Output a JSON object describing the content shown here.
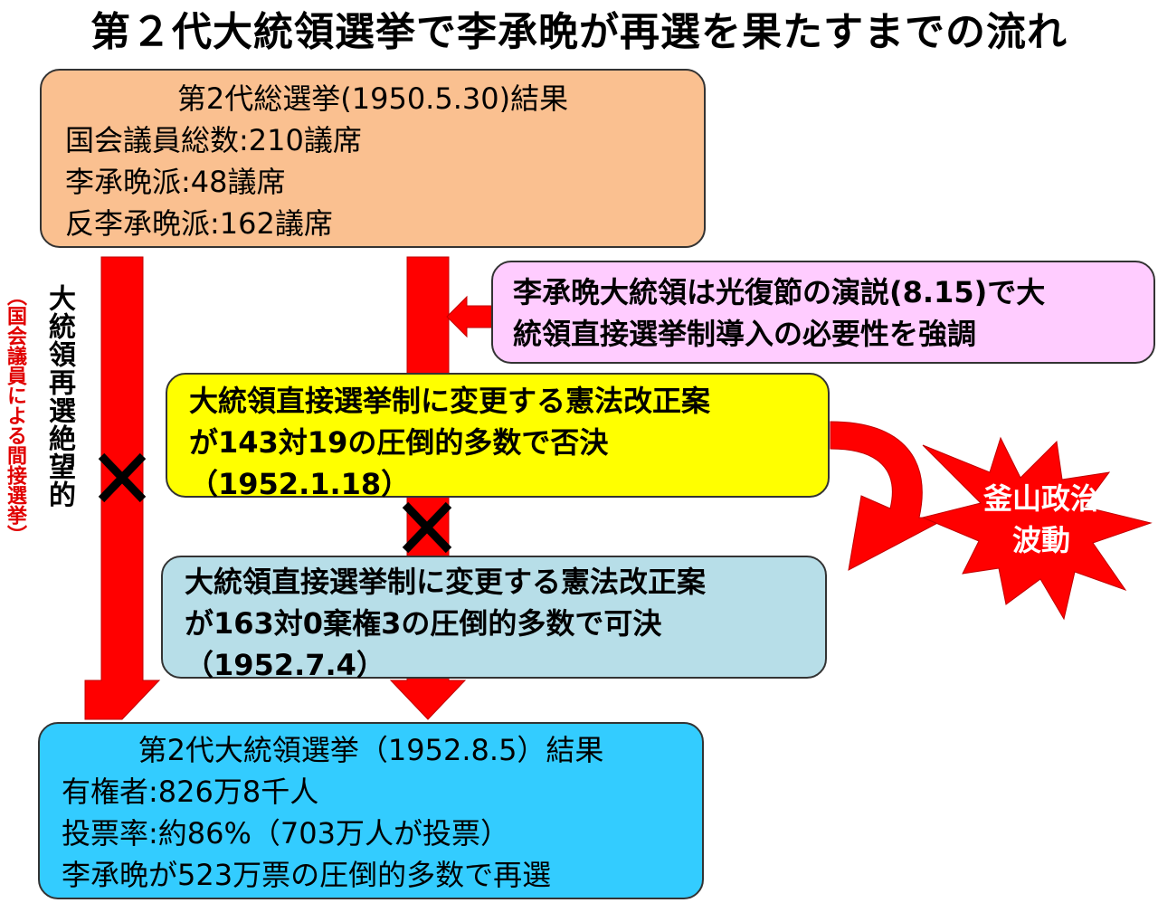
{
  "title": "第２代大統領選挙で李承晩が再選を果たすまでの流れ",
  "result1950": {
    "heading": "第2代総選挙(1950.5.30)結果",
    "lines": [
      "国会議員総数:210議席",
      "李承晩派:48議席",
      "反李承晩派:162議席"
    ]
  },
  "speech": {
    "lines": [
      "李承晩大統領は光復節の演説(8.15)で大",
      "統領直接選挙制導入の必要性を強調"
    ]
  },
  "rejected": {
    "lines": [
      "大統領直接選挙制に変更する憲法改正案",
      "が143対19の圧倒的多数で否決",
      "（1952.1.18）"
    ]
  },
  "passed": {
    "lines": [
      "大統領直接選挙制に変更する憲法改正案",
      "が163対0棄権3の圧倒的多数で可決",
      "（1952.7.4）"
    ]
  },
  "busan": {
    "lines": [
      "釜山政治",
      "波動"
    ]
  },
  "result1952": {
    "heading": "第2代大統領選挙（1952.8.5）結果",
    "lines": [
      "有権者:826万8千人",
      "投票率:約86%（703万人が投票）",
      "李承晩が523万票の圧倒的多数で再選"
    ]
  },
  "side_labels": {
    "despair": "大統領再選絶望的",
    "indirect": "（国会議員による間接選挙）"
  },
  "colors": {
    "arrow_red": "#ff0000",
    "box_orange": "#fac090",
    "box_pink": "#ffccff",
    "box_yellow": "#ffff00",
    "box_lightblue": "#b7dee8",
    "box_cyan": "#33ccff"
  }
}
